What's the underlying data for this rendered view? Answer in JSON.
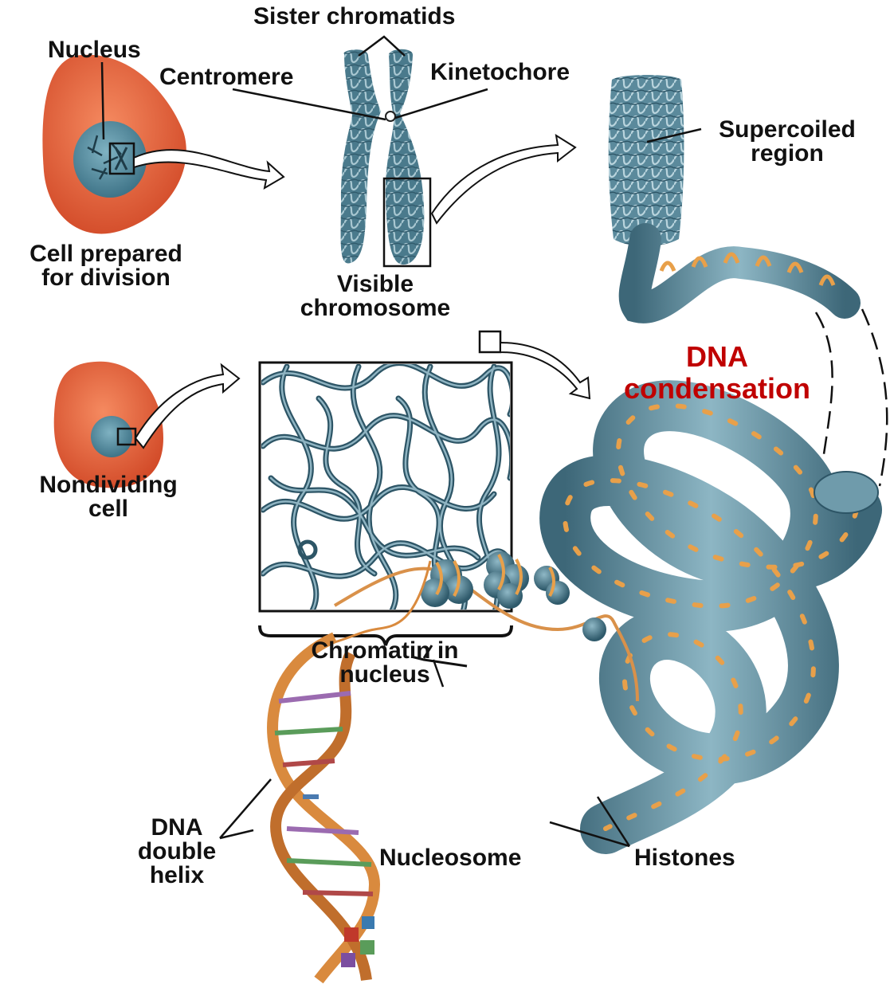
{
  "title": {
    "line1": "DNA",
    "line2": "condensation",
    "color": "#c00000"
  },
  "labels": {
    "sister_chromatids": "Sister chromatids",
    "nucleus": "Nucleus",
    "centromere": "Centromere",
    "kinetochore": "Kinetochore",
    "supercoiled_line1": "Supercoiled",
    "supercoiled_line2": "region",
    "cell_prepared_line1": "Cell prepared",
    "cell_prepared_line2": "for division",
    "visible_chromosome_line1": "Visible",
    "visible_chromosome_line2": "chromosome",
    "nondividing_line1": "Nondividing",
    "nondividing_line2": "cell",
    "chromatin_line1": "Chromatin in",
    "chromatin_line2": "nucleus",
    "dna_helix_line1": "DNA",
    "dna_helix_line2": "double",
    "dna_helix_line3": "helix",
    "nucleosome": "Nucleosome",
    "histones": "Histones"
  },
  "colors": {
    "cell": "#e8603c",
    "nucleus": "#5a93a6",
    "chromatin": "#4f7f92",
    "dna_strand": "#e8a04a",
    "histone": "#3e6d80"
  }
}
